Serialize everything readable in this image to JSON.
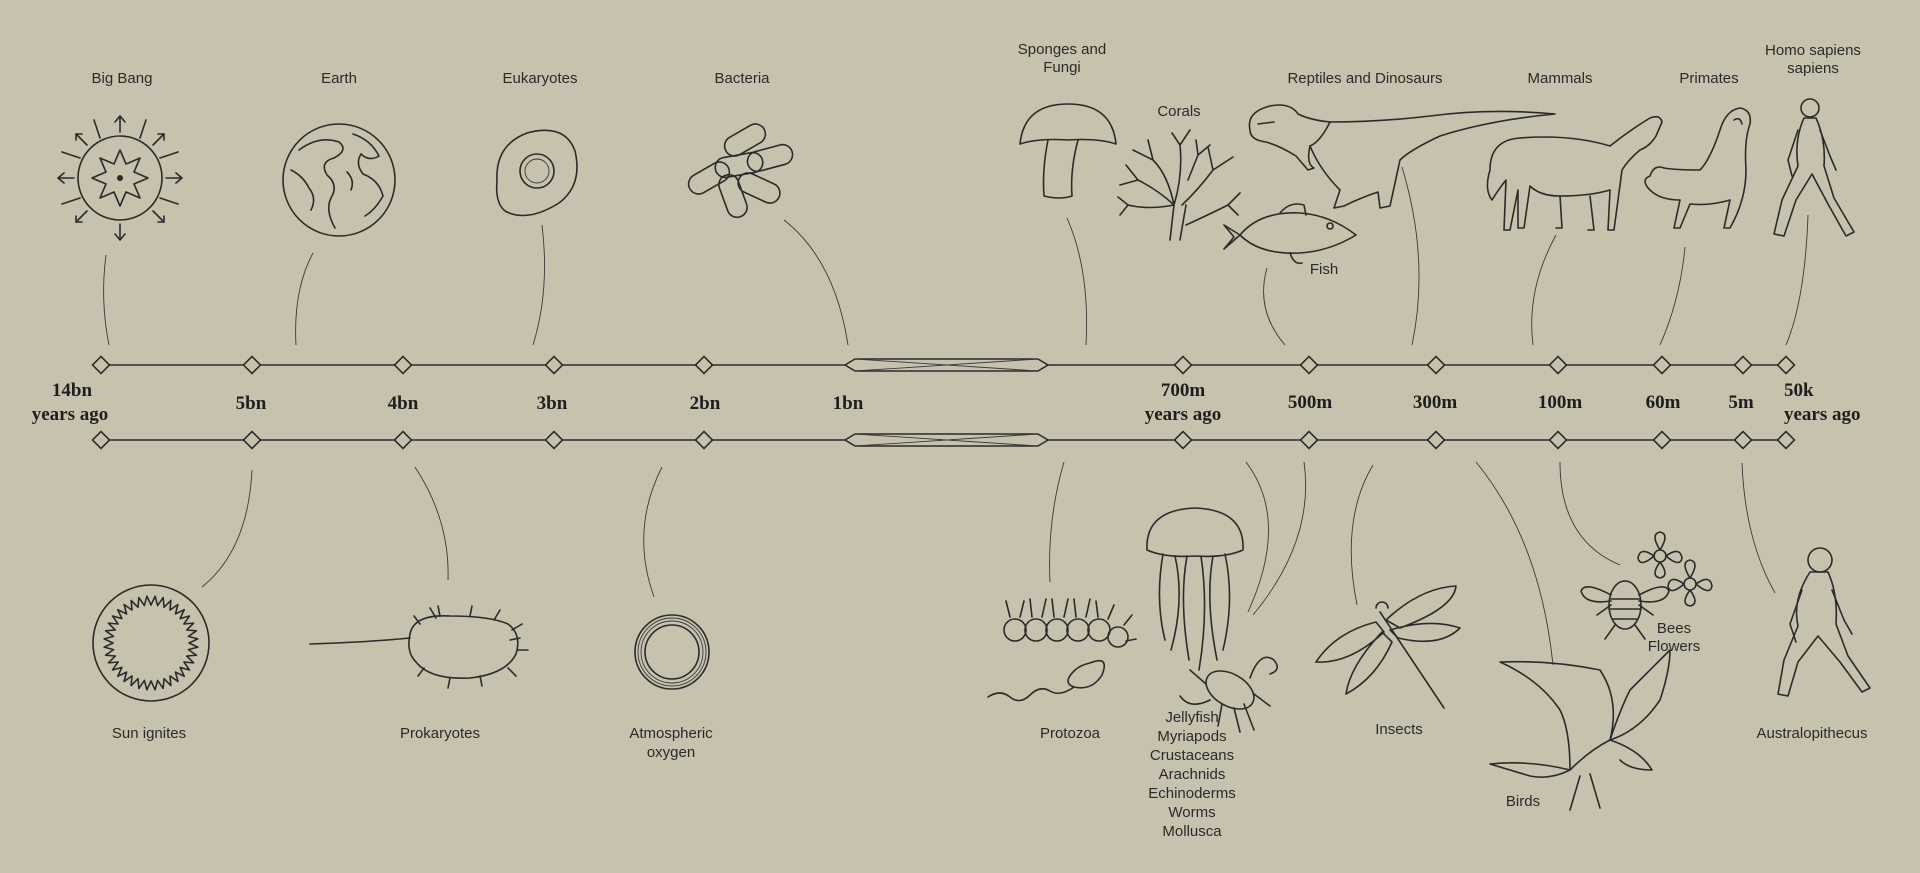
{
  "timeline": {
    "ticks": [
      {
        "label1": "14bn",
        "label2": "years ago"
      },
      {
        "label1": "5bn"
      },
      {
        "label1": "4bn"
      },
      {
        "label1": "3bn"
      },
      {
        "label1": "2bn"
      },
      {
        "label1": "1bn"
      },
      {
        "label1": "700m",
        "label2": "years ago"
      },
      {
        "label1": "500m"
      },
      {
        "label1": "300m"
      },
      {
        "label1": "100m"
      },
      {
        "label1": "60m"
      },
      {
        "label1": "5m"
      },
      {
        "label1": "50k",
        "label2": "years ago"
      }
    ]
  },
  "top_labels": {
    "big_bang": "Big Bang",
    "earth": "Earth",
    "eukaryotes": "Eukaryotes",
    "bacteria": "Bacteria",
    "sponges_1": "Sponges and",
    "sponges_2": "Fungi",
    "corals": "Corals",
    "fish": "Fish",
    "reptiles": "Reptiles and Dinosaurs",
    "mammals": "Mammals",
    "primates": "Primates",
    "homo_1": "Homo sapiens",
    "homo_2": "sapiens"
  },
  "bottom_labels": {
    "sun": "Sun ignites",
    "prokaryotes": "Prokaryotes",
    "oxygen_1": "Atmospheric",
    "oxygen_2": "oxygen",
    "protozoa": "Protozoa",
    "group": [
      "Jellyfish",
      "Myriapods",
      "Crustaceans",
      "Arachnids",
      "Echinoderms",
      "Worms",
      "Mollusca"
    ],
    "insects": "Insects",
    "birds": "Birds",
    "bees_1": "Bees",
    "bees_2": "Flowers",
    "australopithecus": "Australopithecus"
  }
}
